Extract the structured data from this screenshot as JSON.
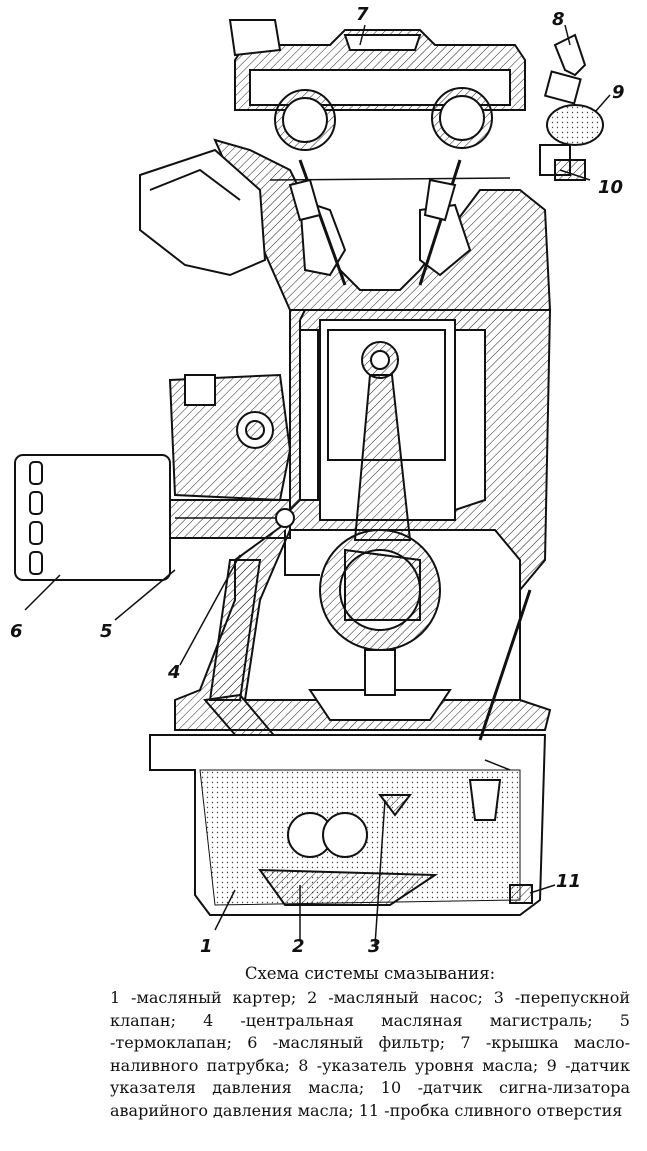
{
  "callouts": [
    "1",
    "2",
    "3",
    "4",
    "5",
    "6",
    "7",
    "8",
    "9",
    "10",
    "11"
  ],
  "caption": {
    "title": "Схема системы смазывания:",
    "legend": [
      "1 -масляный картер;",
      "2 -масляный насос;",
      "3 -перепускной клапан;",
      "4 -центральная масляная магистраль;",
      "5 -термоклапан;",
      "6 -масляный фильтр;",
      "7 -крышка масло-наливного патрубка;",
      "8 -указатель уровня масла;",
      "9 -датчик указателя давления масла;",
      "10 -датчик сигна-лизатора аварийного давления масла;",
      "11 -пробка сливного отверстия"
    ]
  }
}
